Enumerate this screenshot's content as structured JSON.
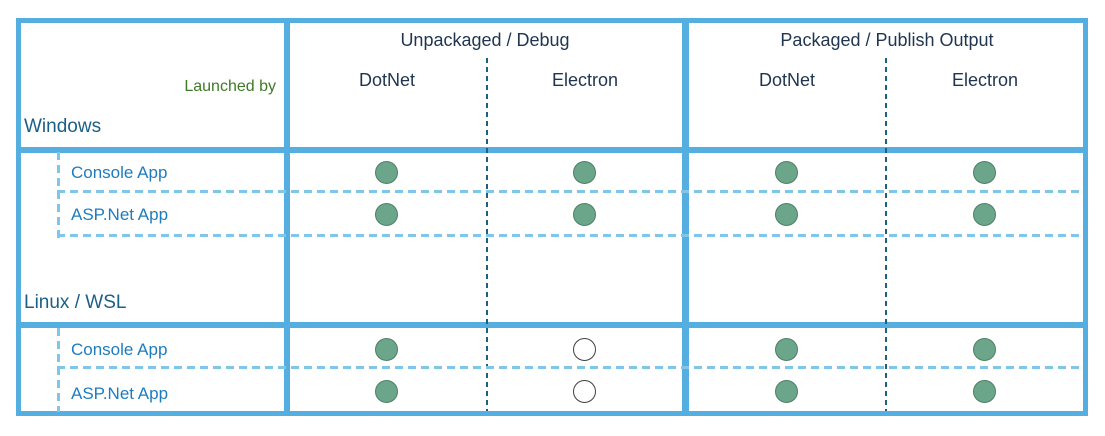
{
  "colors": {
    "border": "#55AEE0",
    "dash_light": "#7FC6EA",
    "dash_dark": "#1E6080",
    "header_text": "#1F3550",
    "platform_text": "#1B5F87",
    "row_text": "#1E7CBE",
    "launched_text": "#3E7A26",
    "dot_fill": "#6BA58A",
    "dot_stroke": "#4E8065",
    "empty_stroke": "#404040"
  },
  "header": {
    "launched_by": "Launched by",
    "groups": [
      {
        "label": "Unpackaged / Debug",
        "columns": [
          "DotNet",
          "Electron"
        ]
      },
      {
        "label": "Packaged / Publish Output",
        "columns": [
          "DotNet",
          "Electron"
        ]
      }
    ]
  },
  "sections": [
    {
      "platform": "Windows",
      "rows": [
        {
          "label": "Console App",
          "cells": [
            "filled",
            "filled",
            "filled",
            "filled"
          ]
        },
        {
          "label": "ASP.Net App",
          "cells": [
            "filled",
            "filled",
            "filled",
            "filled"
          ]
        }
      ]
    },
    {
      "platform": "Linux / WSL",
      "rows": [
        {
          "label": "Console App",
          "cells": [
            "filled",
            "empty",
            "filled",
            "filled"
          ]
        },
        {
          "label": "ASP.Net App",
          "cells": [
            "filled",
            "empty",
            "filled",
            "filled"
          ]
        }
      ]
    }
  ]
}
